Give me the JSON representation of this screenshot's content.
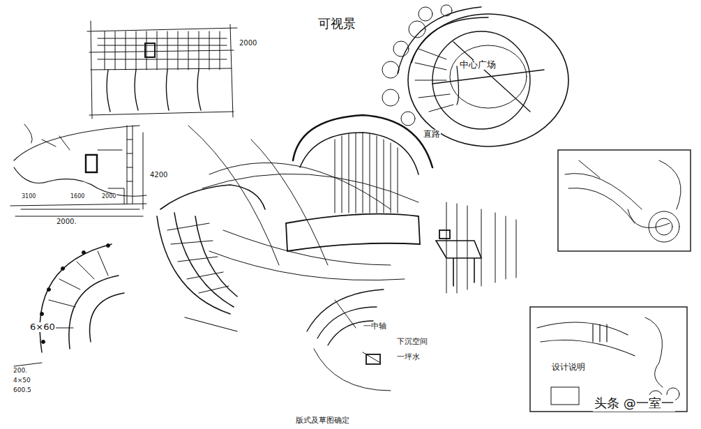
{
  "diagram": {
    "caption": "版式及草图确定",
    "labels": [
      "可视景",
      "2000",
      "中心广场",
      "直路",
      "4200",
      "2000.",
      "3100",
      "1600",
      "2000",
      "6×60",
      "200.",
      "4×50",
      "600.5",
      "一中轴",
      "下沉空间",
      "一坪水",
      "设计说明",
      "头条 @一室一"
    ]
  }
}
